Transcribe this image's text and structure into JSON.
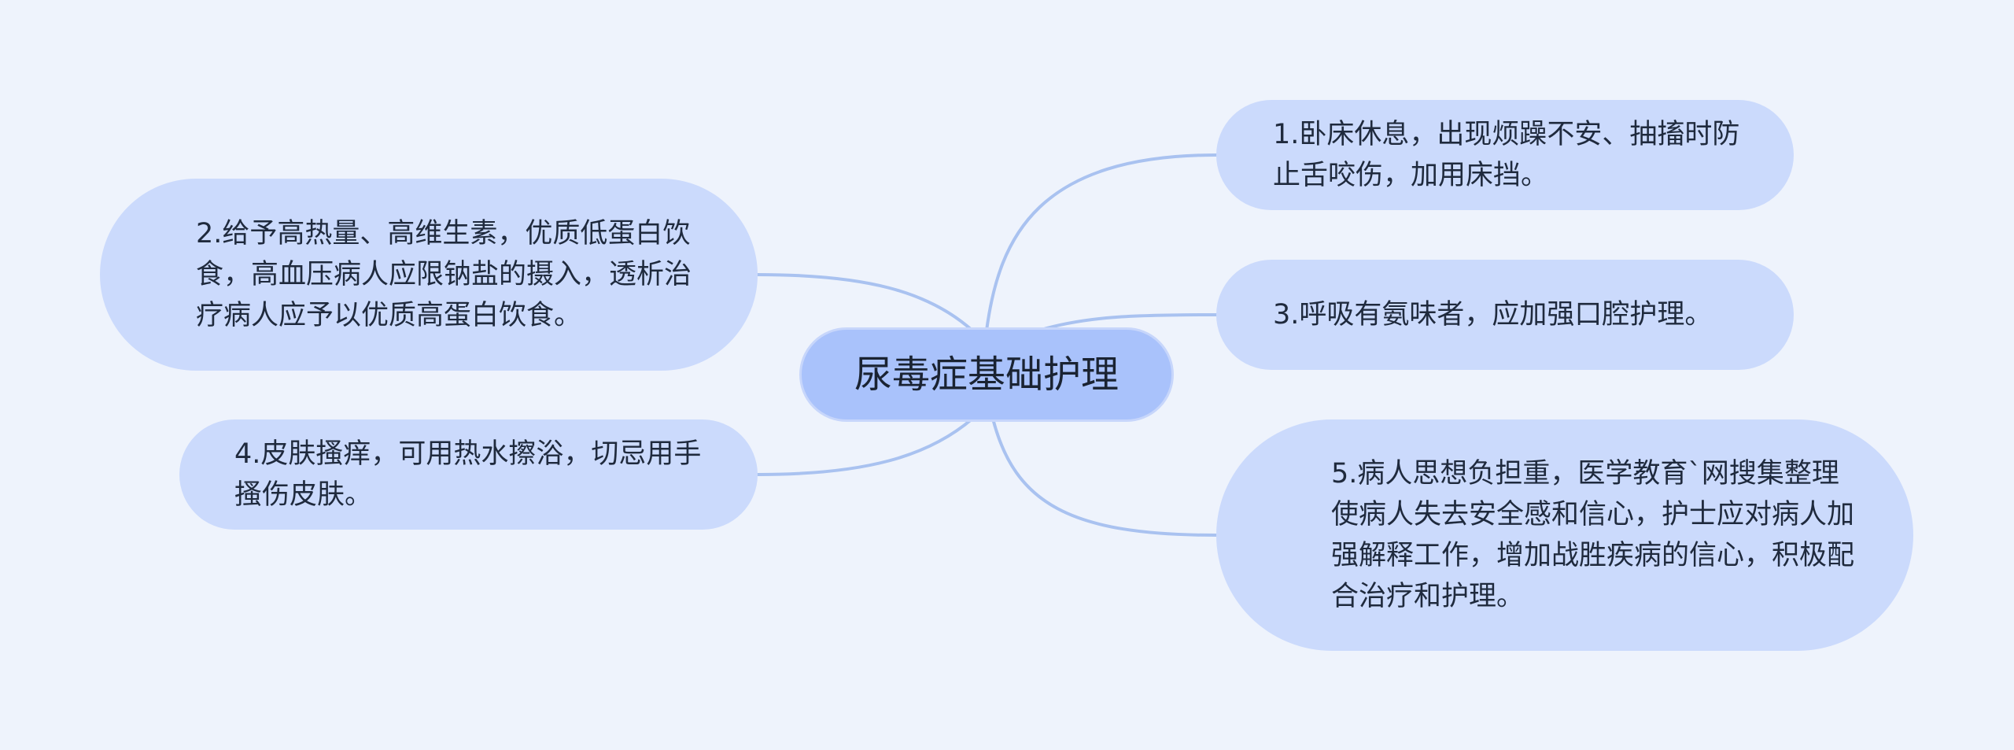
{
  "root": {
    "label": "尿毒症基础护理"
  },
  "branches": [
    {
      "id": "1",
      "label": "1.卧床休息，出现烦躁不安、抽搐时防止舌咬伤，加用床挡。"
    },
    {
      "id": "2",
      "label": "2.给予高热量、高维生素，优质低蛋白饮食，高血压病人应限钠盐的摄入，透析治疗病人应予以优质高蛋白饮食。"
    },
    {
      "id": "3",
      "label": "3.呼吸有氨味者，应加强口腔护理。"
    },
    {
      "id": "4",
      "label": "4.皮肤搔痒，可用热水擦浴，切忌用手搔伤皮肤。"
    },
    {
      "id": "5",
      "label": "5.病人思想负担重，医学教育`网搜集整理使病人失去安全感和信心，护士应对病人加强解释工作，增加战胜疾病的信心，积极配合治疗和护理。"
    }
  ],
  "colors": {
    "background": "#eef3fc",
    "center_fill": "#a9c2fb",
    "node_fill": "#cbdafc",
    "connector": "#a9c2f0"
  }
}
